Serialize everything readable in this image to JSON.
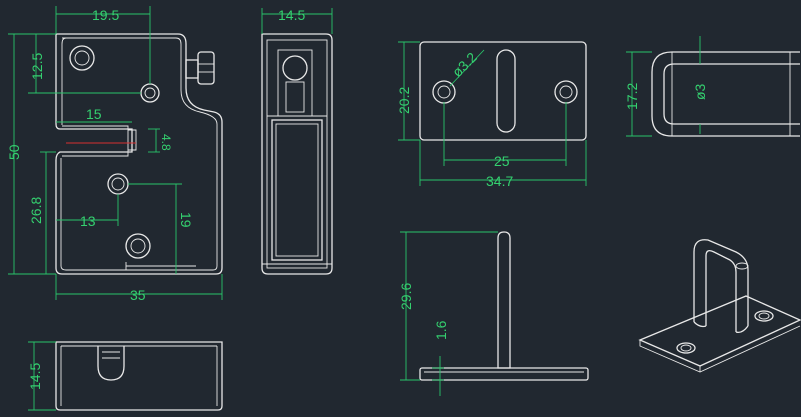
{
  "drawing_title": "Lock bracket assembly",
  "colors": {
    "background": "#212830",
    "geometry": "#e8e8e8",
    "dimension": "#34d06f",
    "marker": "#d63030"
  },
  "dimensions": {
    "front_width_top": "19.5",
    "front_hole_from_top": "12.5",
    "front_slot_offset": "15",
    "front_slot_height": "4.8",
    "front_total_height": "50",
    "front_lower_height": "26.8",
    "front_hole_x": "13",
    "front_hole_y": "19",
    "front_total_width": "35",
    "side_width": "14.5",
    "bottom_height": "14.5",
    "plate_height": "20.2",
    "plate_hole_dia": "ø3.2",
    "plate_hole_spacing": "25",
    "plate_length": "34.7",
    "pin_side_height": "17.2",
    "pin_dia": "ø3",
    "pin_total_height": "29.6",
    "plate_thickness": "1.6"
  }
}
